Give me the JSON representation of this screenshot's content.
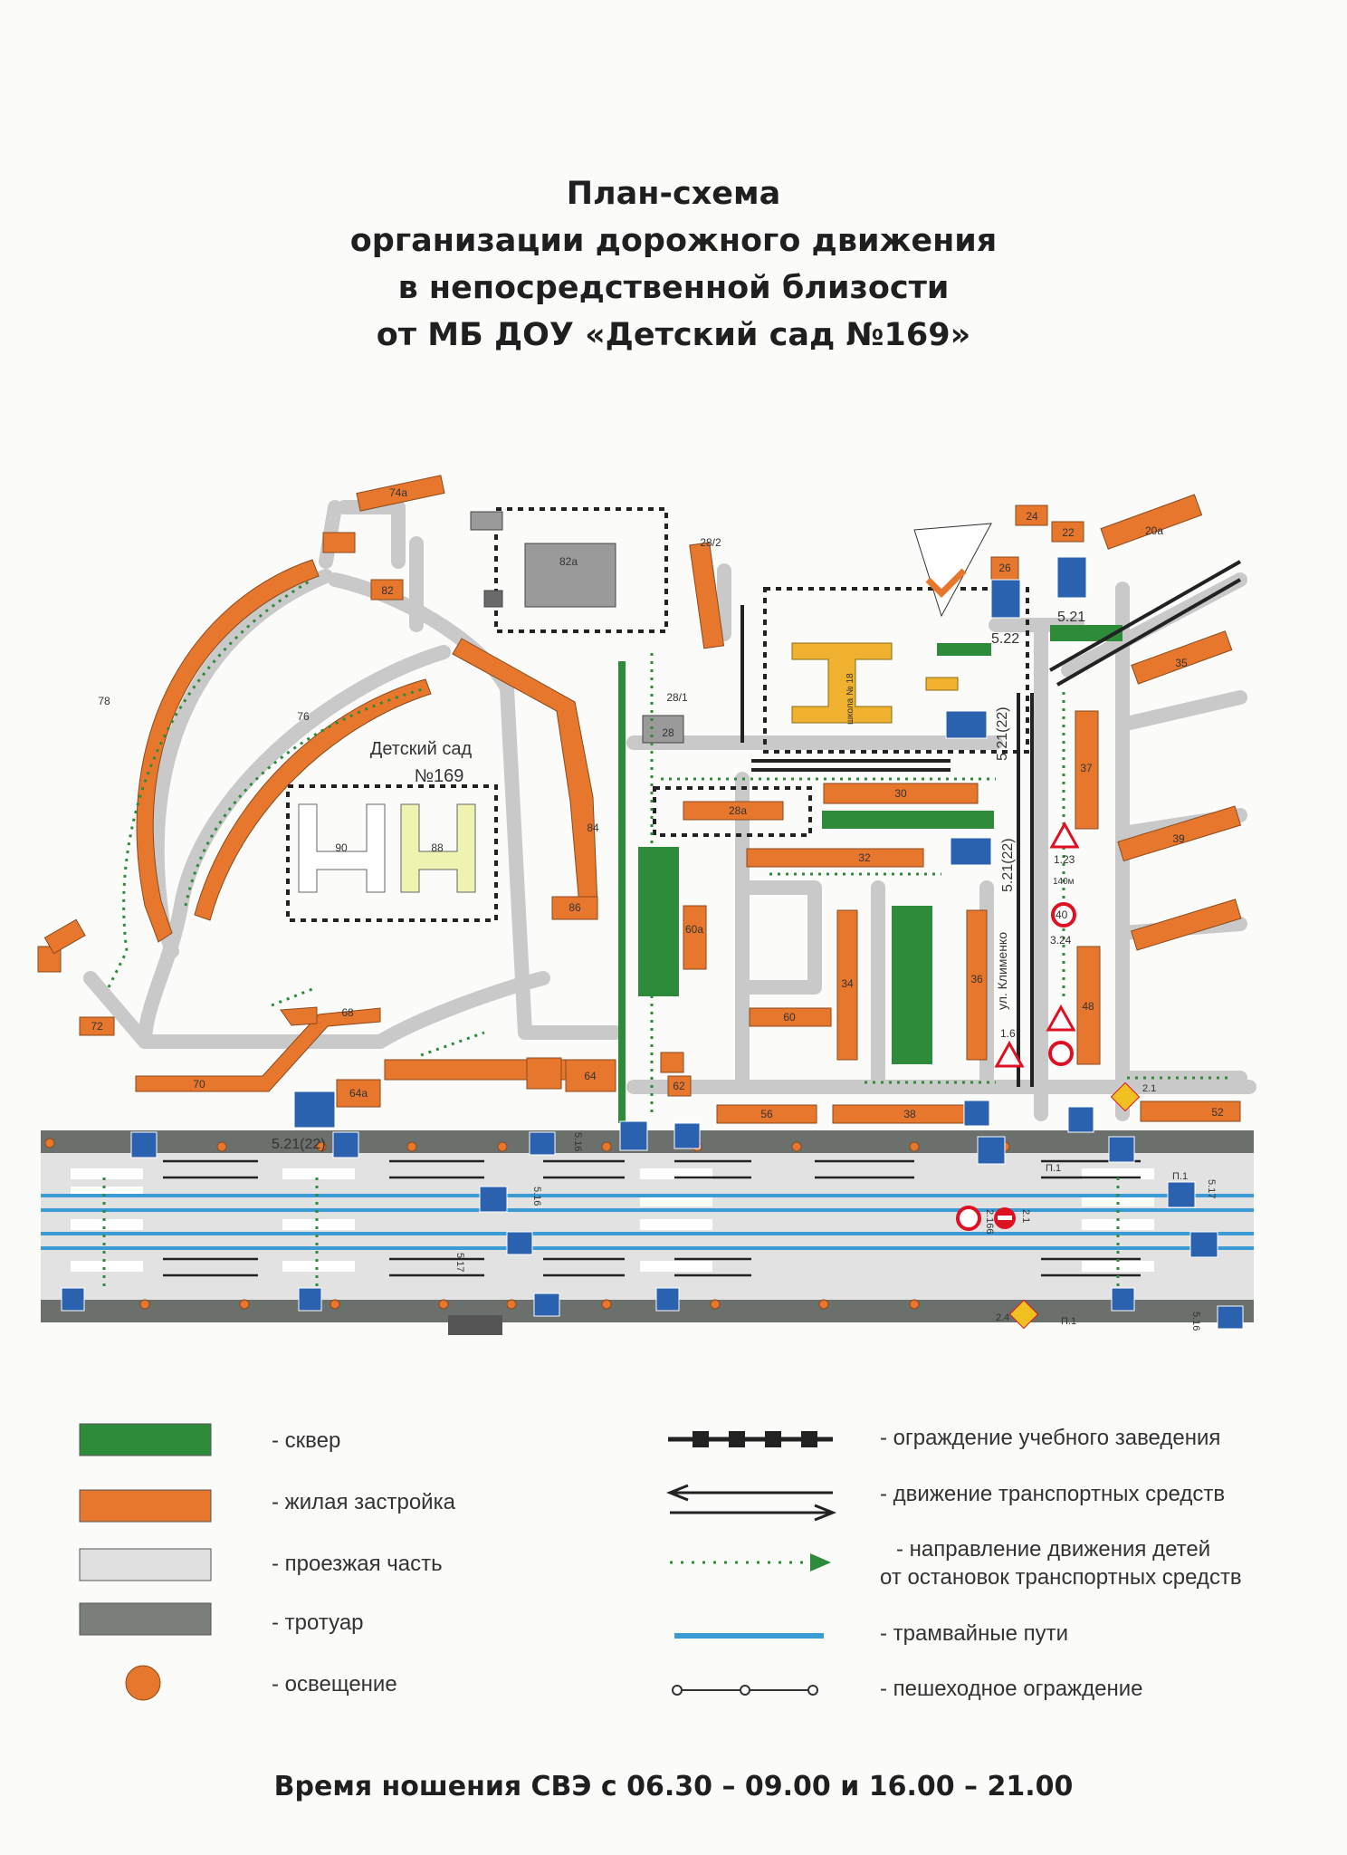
{
  "title": {
    "lines": [
      "План-схема",
      "организации дорожного движения",
      "в непосредственной близости",
      "от МБ ДОУ «Детский сад №169»"
    ]
  },
  "map": {
    "kindergarten_label_1": "Детский сад",
    "kindergarten_label_2": "№169",
    "street_label": "ул. Клименко",
    "school_label": "школа № 18",
    "building_numbers": [
      "74а",
      "82а",
      "82",
      "28/2",
      "24",
      "22",
      "26",
      "20а",
      "35",
      "37",
      "39",
      "78",
      "76",
      "28/1",
      "28",
      "30",
      "28а",
      "32",
      "84",
      "86",
      "90",
      "88",
      "60а",
      "34",
      "36",
      "48",
      "72",
      "70",
      "64а",
      "64",
      "62",
      "56",
      "38",
      "52",
      "60",
      "68"
    ],
    "signs": {
      "s521": "5.21",
      "s522": "5.22",
      "s52122a": "5.21(22)",
      "s52122b": "5.21(22)",
      "s52122c": "5.21(22)",
      "s123": "1.23",
      "s324": "3.24",
      "s16": "1.6",
      "s40": "40",
      "s21": "2.1",
      "s24": "2.4",
      "sp11": "П.1",
      "sp12": "П.1",
      "sp13": "П.1",
      "s517a": "5.17",
      "s517b": "5.17",
      "s516a": "5.16",
      "s516b": "5.16",
      "s516c": "5.16",
      "s2166": "2.166",
      "s21b": "2.1",
      "s140m": "140м"
    }
  },
  "legend": {
    "left": [
      {
        "label": "- сквер",
        "color": "#2e8b3a"
      },
      {
        "label": "- жилая застройка",
        "color": "#e8772e"
      },
      {
        "label": "- проезжая часть",
        "color": "#e0e0e0"
      },
      {
        "label": "- тротуар",
        "color": "#7a7f7c"
      },
      {
        "label": "- освещение",
        "color": "#e8772e"
      }
    ],
    "right": [
      {
        "label": "- ограждение учебного заведения"
      },
      {
        "label": "- движение транспортных средств"
      },
      {
        "label_1": "- направление движения детей",
        "label_2": "от остановок транспортных средств"
      },
      {
        "label": "- трамвайные пути",
        "color": "#3a9bd5"
      },
      {
        "label": "- пешеходное ограждение"
      }
    ]
  },
  "footer": "Время ношения СВЭ с 06.30 – 09.00 и 16.00 – 21.00"
}
